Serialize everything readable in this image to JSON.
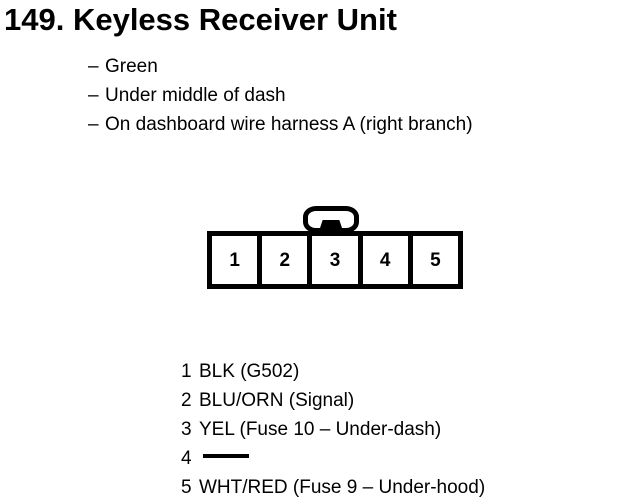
{
  "title": "149.  Keyless Receiver Unit",
  "bullets": [
    {
      "dash": "–",
      "text": "Green"
    },
    {
      "dash": "–",
      "text": "Under middle of dash"
    },
    {
      "dash": "–",
      "text": "On dashboard wire harness A (right branch)"
    }
  ],
  "connector": {
    "latch_name": "connector-locking-tab",
    "pins": [
      {
        "number": "1"
      },
      {
        "number": "2"
      },
      {
        "number": "3"
      },
      {
        "number": "4"
      },
      {
        "number": "5"
      }
    ]
  },
  "pin_legend": [
    {
      "number": "1",
      "description": "BLK (G502)",
      "blank": false
    },
    {
      "number": "2",
      "description": "BLU/ORN (Signal)",
      "blank": false
    },
    {
      "number": "3",
      "description": "YEL (Fuse 10 – Under-dash)",
      "blank": false
    },
    {
      "number": "4",
      "description": "",
      "blank": true
    },
    {
      "number": "5",
      "description": "WHT/RED (Fuse 9 – Under-hood)",
      "blank": false
    }
  ],
  "colors": {
    "ink": "#000000",
    "paper": "#ffffff"
  }
}
